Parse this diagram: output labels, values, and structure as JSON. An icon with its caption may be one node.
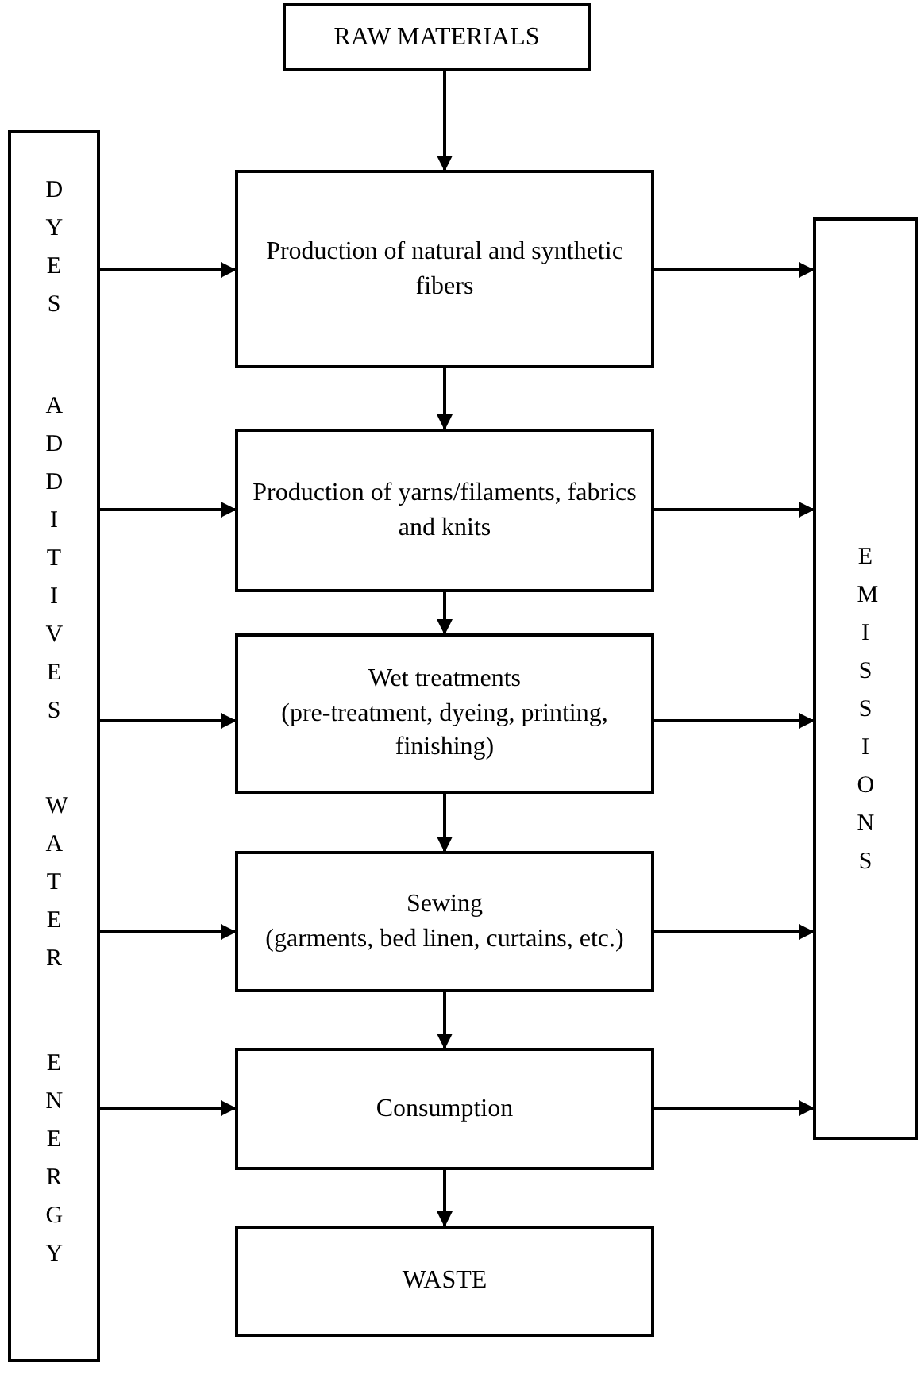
{
  "diagram": {
    "nodes": [
      {
        "text": [
          "RAW MATERIALS"
        ]
      },
      {
        "text": [
          "DYES",
          "ADDITIVES",
          "WATER",
          "ENERGY"
        ]
      },
      {
        "text": [
          "Production of natural and synthetic fibers"
        ]
      },
      {
        "text": [
          "Production of yarns/filaments, fabrics and knits"
        ]
      },
      {
        "text": [
          "Wet treatments",
          "(pre-treatment, dyeing, printing, finishing)"
        ]
      },
      {
        "text": [
          "Sewing",
          "(garments, bed linen, curtains, etc.)"
        ]
      },
      {
        "text": [
          "Consumption"
        ]
      },
      {
        "text": [
          "WASTE"
        ]
      },
      {
        "text": [
          "EMISSIONS"
        ]
      }
    ],
    "edges": [
      {
        "from": 0,
        "to": 2,
        "arrow": "to"
      },
      {
        "from": 2,
        "to": 3,
        "arrow": "to"
      },
      {
        "from": 3,
        "to": 4,
        "arrow": "to"
      },
      {
        "from": 4,
        "to": 5,
        "arrow": "to"
      },
      {
        "from": 5,
        "to": 6,
        "arrow": "to"
      },
      {
        "from": 6,
        "to": 7,
        "arrow": "to"
      },
      {
        "from": 1,
        "to": 2,
        "arrow": "to"
      },
      {
        "from": 1,
        "to": 3,
        "arrow": "to"
      },
      {
        "from": 1,
        "to": 4,
        "arrow": "to"
      },
      {
        "from": 1,
        "to": 5,
        "arrow": "to"
      },
      {
        "from": 1,
        "to": 6,
        "arrow": "to"
      },
      {
        "from": 2,
        "to": 8,
        "arrow": "to"
      },
      {
        "from": 3,
        "to": 8,
        "arrow": "to"
      },
      {
        "from": 4,
        "to": 8,
        "arrow": "to"
      },
      {
        "from": 5,
        "to": 8,
        "arrow": "to"
      },
      {
        "from": 6,
        "to": 8,
        "arrow": "to"
      }
    ]
  }
}
